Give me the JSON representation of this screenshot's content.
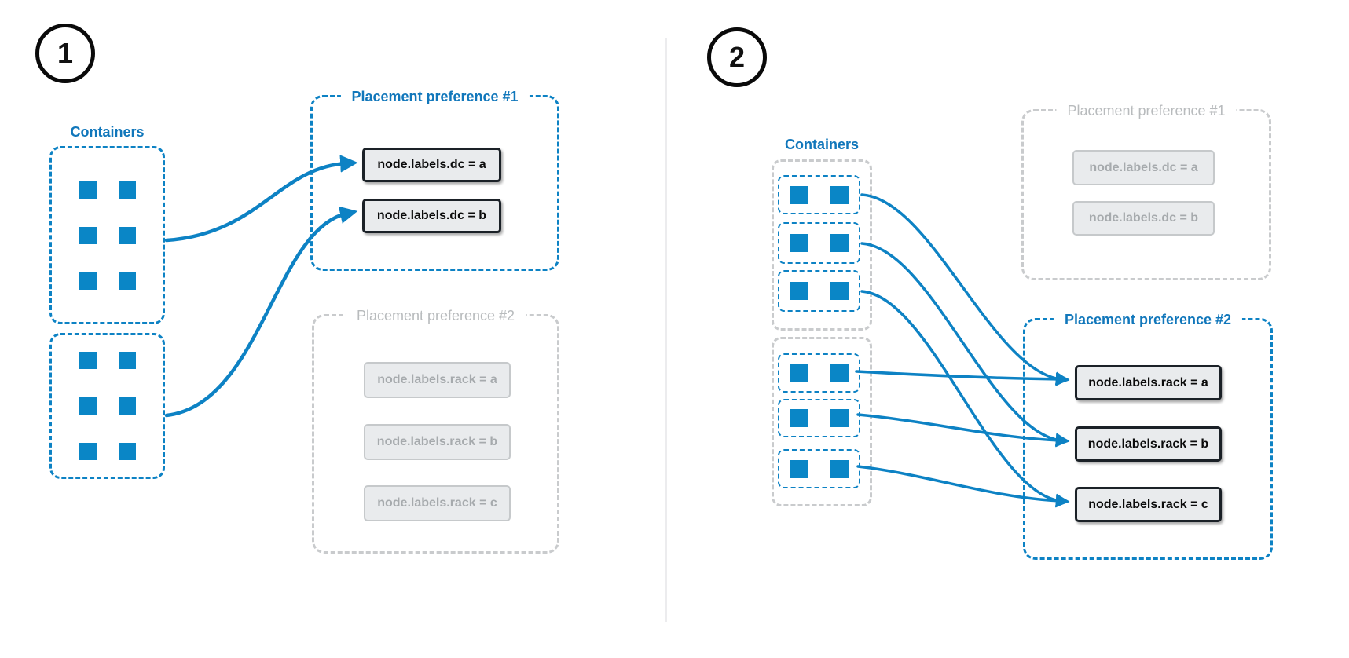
{
  "colors": {
    "blue": "#0d82c4",
    "blue-text": "#1177bb",
    "square": "#0a86c6",
    "gray-dash": "#c9cbcd",
    "gray-border": "#c6c9cb",
    "gray-text": "#a6aaad",
    "gray-title": "#b8bbbd",
    "item-bg": "#e9ebed",
    "active-border": "#1b2127",
    "divider": "#ececee",
    "black": "#0a0a0a"
  },
  "panels": [
    {
      "step": "1",
      "containers": {
        "label": "Containers",
        "groups": [
          {
            "boxes": [
              6
            ]
          },
          {
            "boxes": [
              6
            ]
          }
        ]
      },
      "preferences": [
        {
          "title": "Placement preference #1",
          "state": "active",
          "items": [
            "node.labels.dc = a",
            "node.labels.dc = b"
          ]
        },
        {
          "title": "Placement preference #2",
          "state": "inactive",
          "items": [
            "node.labels.rack = a",
            "node.labels.rack = b",
            "node.labels.rack = c"
          ]
        }
      ]
    },
    {
      "step": "2",
      "containers": {
        "label": "Containers",
        "groups": [
          {
            "boxes": [
              2,
              2,
              2
            ]
          },
          {
            "boxes": [
              2,
              2,
              2
            ]
          }
        ]
      },
      "preferences": [
        {
          "title": "Placement preference #1",
          "state": "inactive",
          "items": [
            "node.labels.dc = a",
            "node.labels.dc = b"
          ]
        },
        {
          "title": "Placement preference #2",
          "state": "active",
          "items": [
            "node.labels.rack = a",
            "node.labels.rack = b",
            "node.labels.rack = c"
          ]
        }
      ]
    }
  ]
}
